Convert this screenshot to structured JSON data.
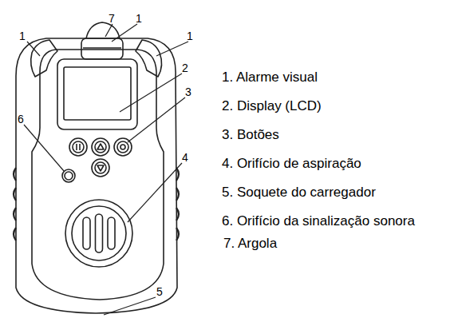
{
  "diagram": {
    "labels": [
      "7",
      "1",
      "1",
      "1",
      "2",
      "3",
      "6",
      "4",
      "5",
      "1. Alarme visual",
      "2. Display (LCD)",
      "3. Botões",
      "4. Orifício de aspiração",
      "5. Soquete do carregador",
      "6. Orifício da sinalização sonora",
      "7. Argola"
    ]
  }
}
